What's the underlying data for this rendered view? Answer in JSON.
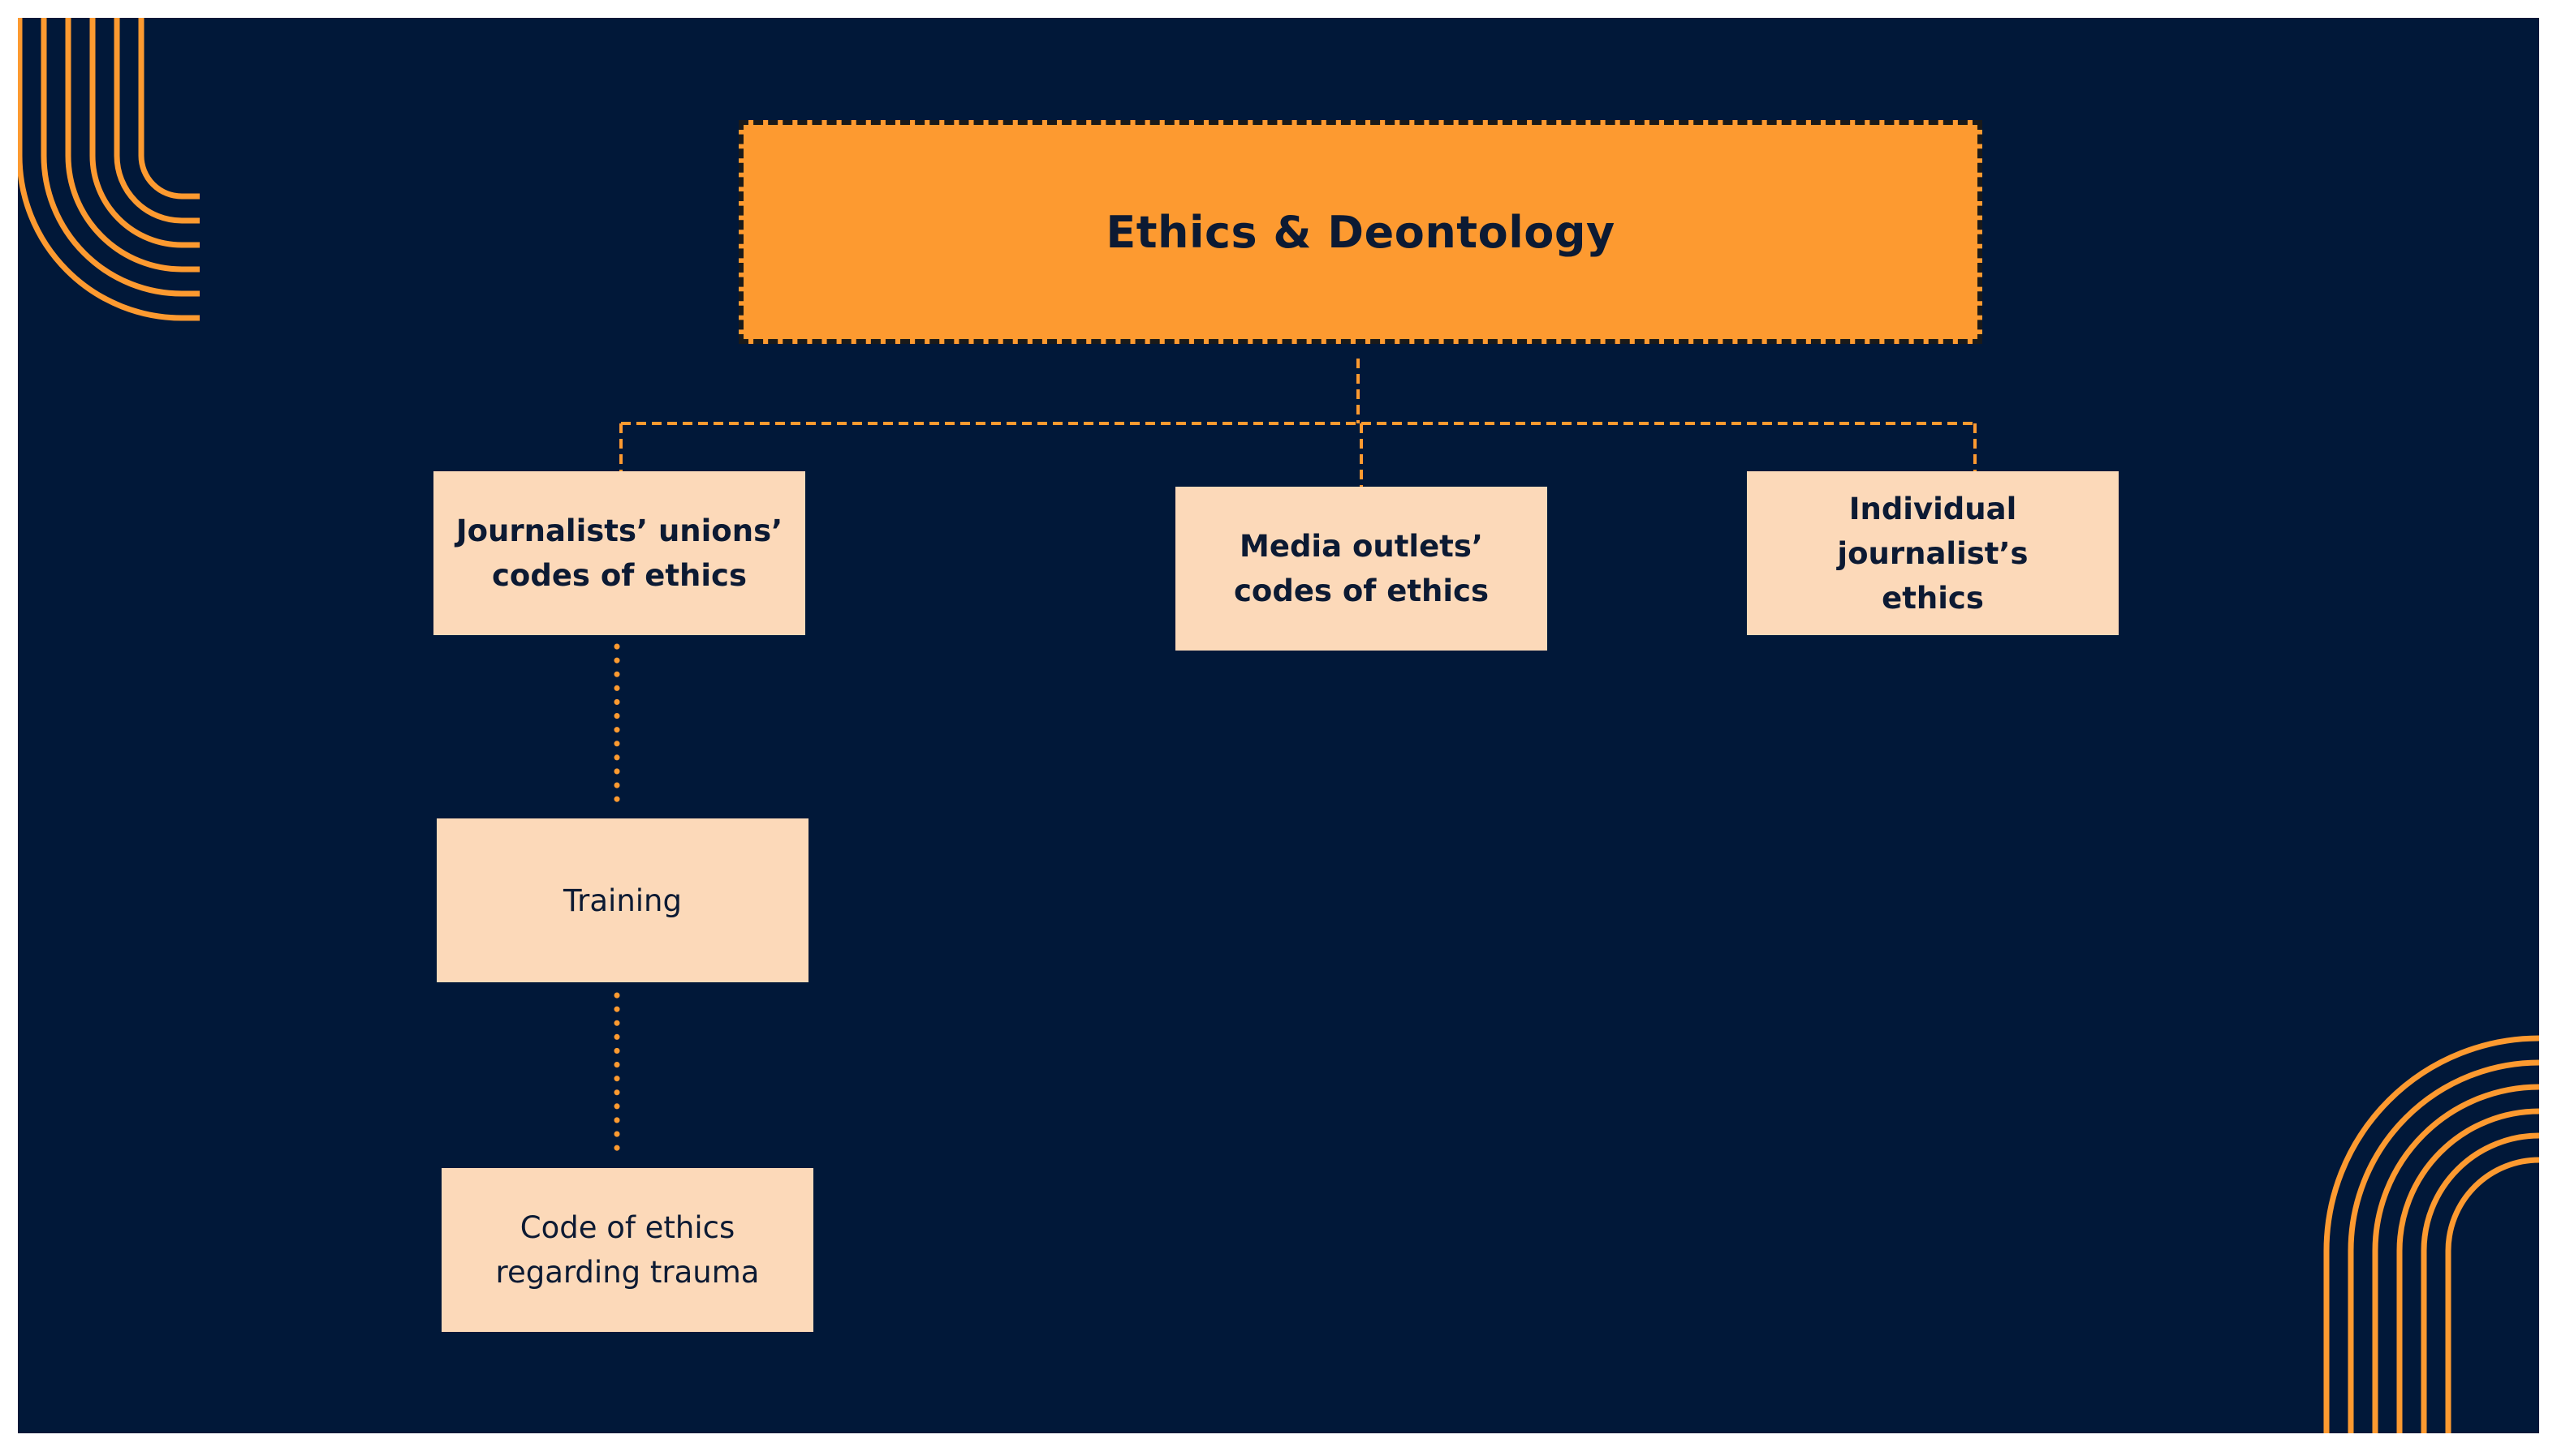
{
  "diagram": {
    "root": {
      "label": "Ethics & Deontology"
    },
    "children": [
      {
        "id": "unions",
        "label": "Journalists’ unions’\ncodes of ethics"
      },
      {
        "id": "media",
        "label": "Media outlets’\ncodes of ethics"
      },
      {
        "id": "individual",
        "label": "Individual journalist’s\nethics"
      }
    ],
    "chain": [
      {
        "id": "training",
        "label": "Training"
      },
      {
        "id": "trauma",
        "label": "Code of ethics\nregarding trauma"
      }
    ]
  },
  "colors": {
    "background": "#011839",
    "accent": "#fd9a30",
    "node_fill": "#fcd9b9",
    "text": "#0c1a33"
  }
}
